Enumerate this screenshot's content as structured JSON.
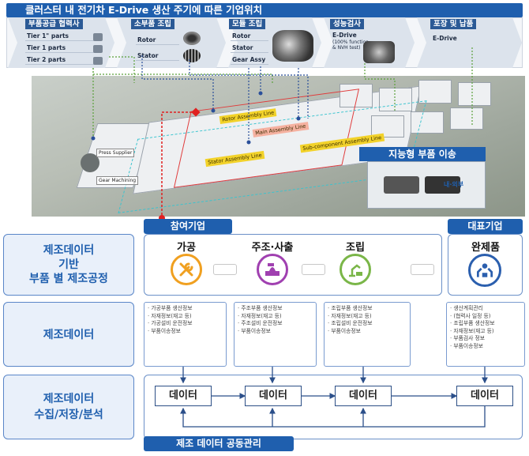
{
  "title": "클러스터 내 전기차 E-Drive 생산 주기에 따른 기업위치",
  "stages": [
    {
      "head": "부품공급 협력사",
      "items": [
        "Tier 1\" parts",
        "Tier 1 parts",
        "Tier 2 parts"
      ]
    },
    {
      "head": "소부품 조립",
      "items": [
        "Rotor",
        "Stator"
      ]
    },
    {
      "head": "모듈 조립",
      "items": [
        "Rotor",
        "Stator",
        "Gear Assy"
      ]
    },
    {
      "head": "성능검사",
      "items": [
        "E-Drive",
        "(100% function",
        "& NVH test)"
      ]
    },
    {
      "head": "포장 및 납품",
      "items": [
        "E-Drive"
      ]
    }
  ],
  "aerial": {
    "labels": [
      "Rotor Assembly Line",
      "Main Assembly Line",
      "Sub-component Assembly Line",
      "Stator Assembly Line",
      "Press Supplier",
      "Gear Machining"
    ],
    "callout": "지능형 부품 이송",
    "callout_sub": "내·외부"
  },
  "tags": {
    "participants": "참여기업",
    "representative": "대표기업"
  },
  "rows": {
    "process": [
      "제조데이터",
      "기반",
      "부품 별 제조공정"
    ],
    "data": "제조데이터",
    "collect": [
      "제조데이터",
      "수집/저장/분석"
    ]
  },
  "categories": [
    {
      "name": "가공",
      "icon": "wrench-icon",
      "color": "#f0a020"
    },
    {
      "name": "주조·사출",
      "icon": "casting-icon",
      "color": "#a040b0"
    },
    {
      "name": "조립",
      "icon": "robot-arm-icon",
      "color": "#7ab648"
    },
    {
      "name": "완제품",
      "icon": "robot-assembly-icon",
      "color": "#2b5fae"
    }
  ],
  "data_lists": [
    [
      "가공부품 생산정보",
      "자재정보(재고 등)",
      "가공설비 운전정보",
      "부품이송정보"
    ],
    [
      "주조부품 생산정보",
      "자재정보(재고 등)",
      "주조설비 운전정보",
      "부품이송정보"
    ],
    [
      "조립부품 생산정보",
      "자재정보(재고 등)",
      "조립설비 운전정보",
      "부품이송정보"
    ],
    [
      "생산계획관리",
      "(협력사 일정 등)",
      "조립부품 생산정보",
      "자재정보(재고 등)",
      "부품검사 정보",
      "부품이송정보"
    ]
  ],
  "data_button": "데이터",
  "footer": "제조 데이터 공동관리"
}
